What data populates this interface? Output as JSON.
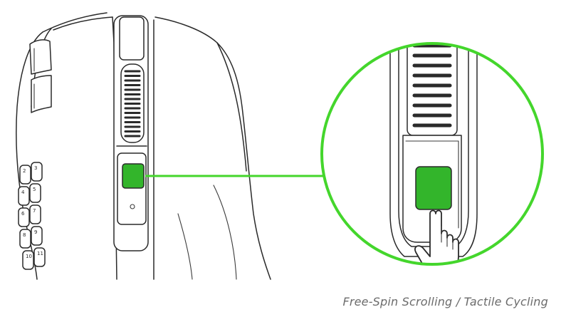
{
  "caption": "Free-Spin Scrolling / Tactile Cycling",
  "colors": {
    "highlight_green": "#44d62c",
    "button_green": "#33b52b",
    "line_dark": "#2a2a2a"
  },
  "icons": {
    "pointer": "hand-pointer-icon"
  },
  "side_keys": [
    {
      "label": "2"
    },
    {
      "label": "3"
    },
    {
      "label": "4"
    },
    {
      "label": "5"
    },
    {
      "label": "6"
    },
    {
      "label": "7"
    },
    {
      "label": "8"
    },
    {
      "label": "9"
    },
    {
      "label": "10"
    },
    {
      "label": "11"
    }
  ]
}
